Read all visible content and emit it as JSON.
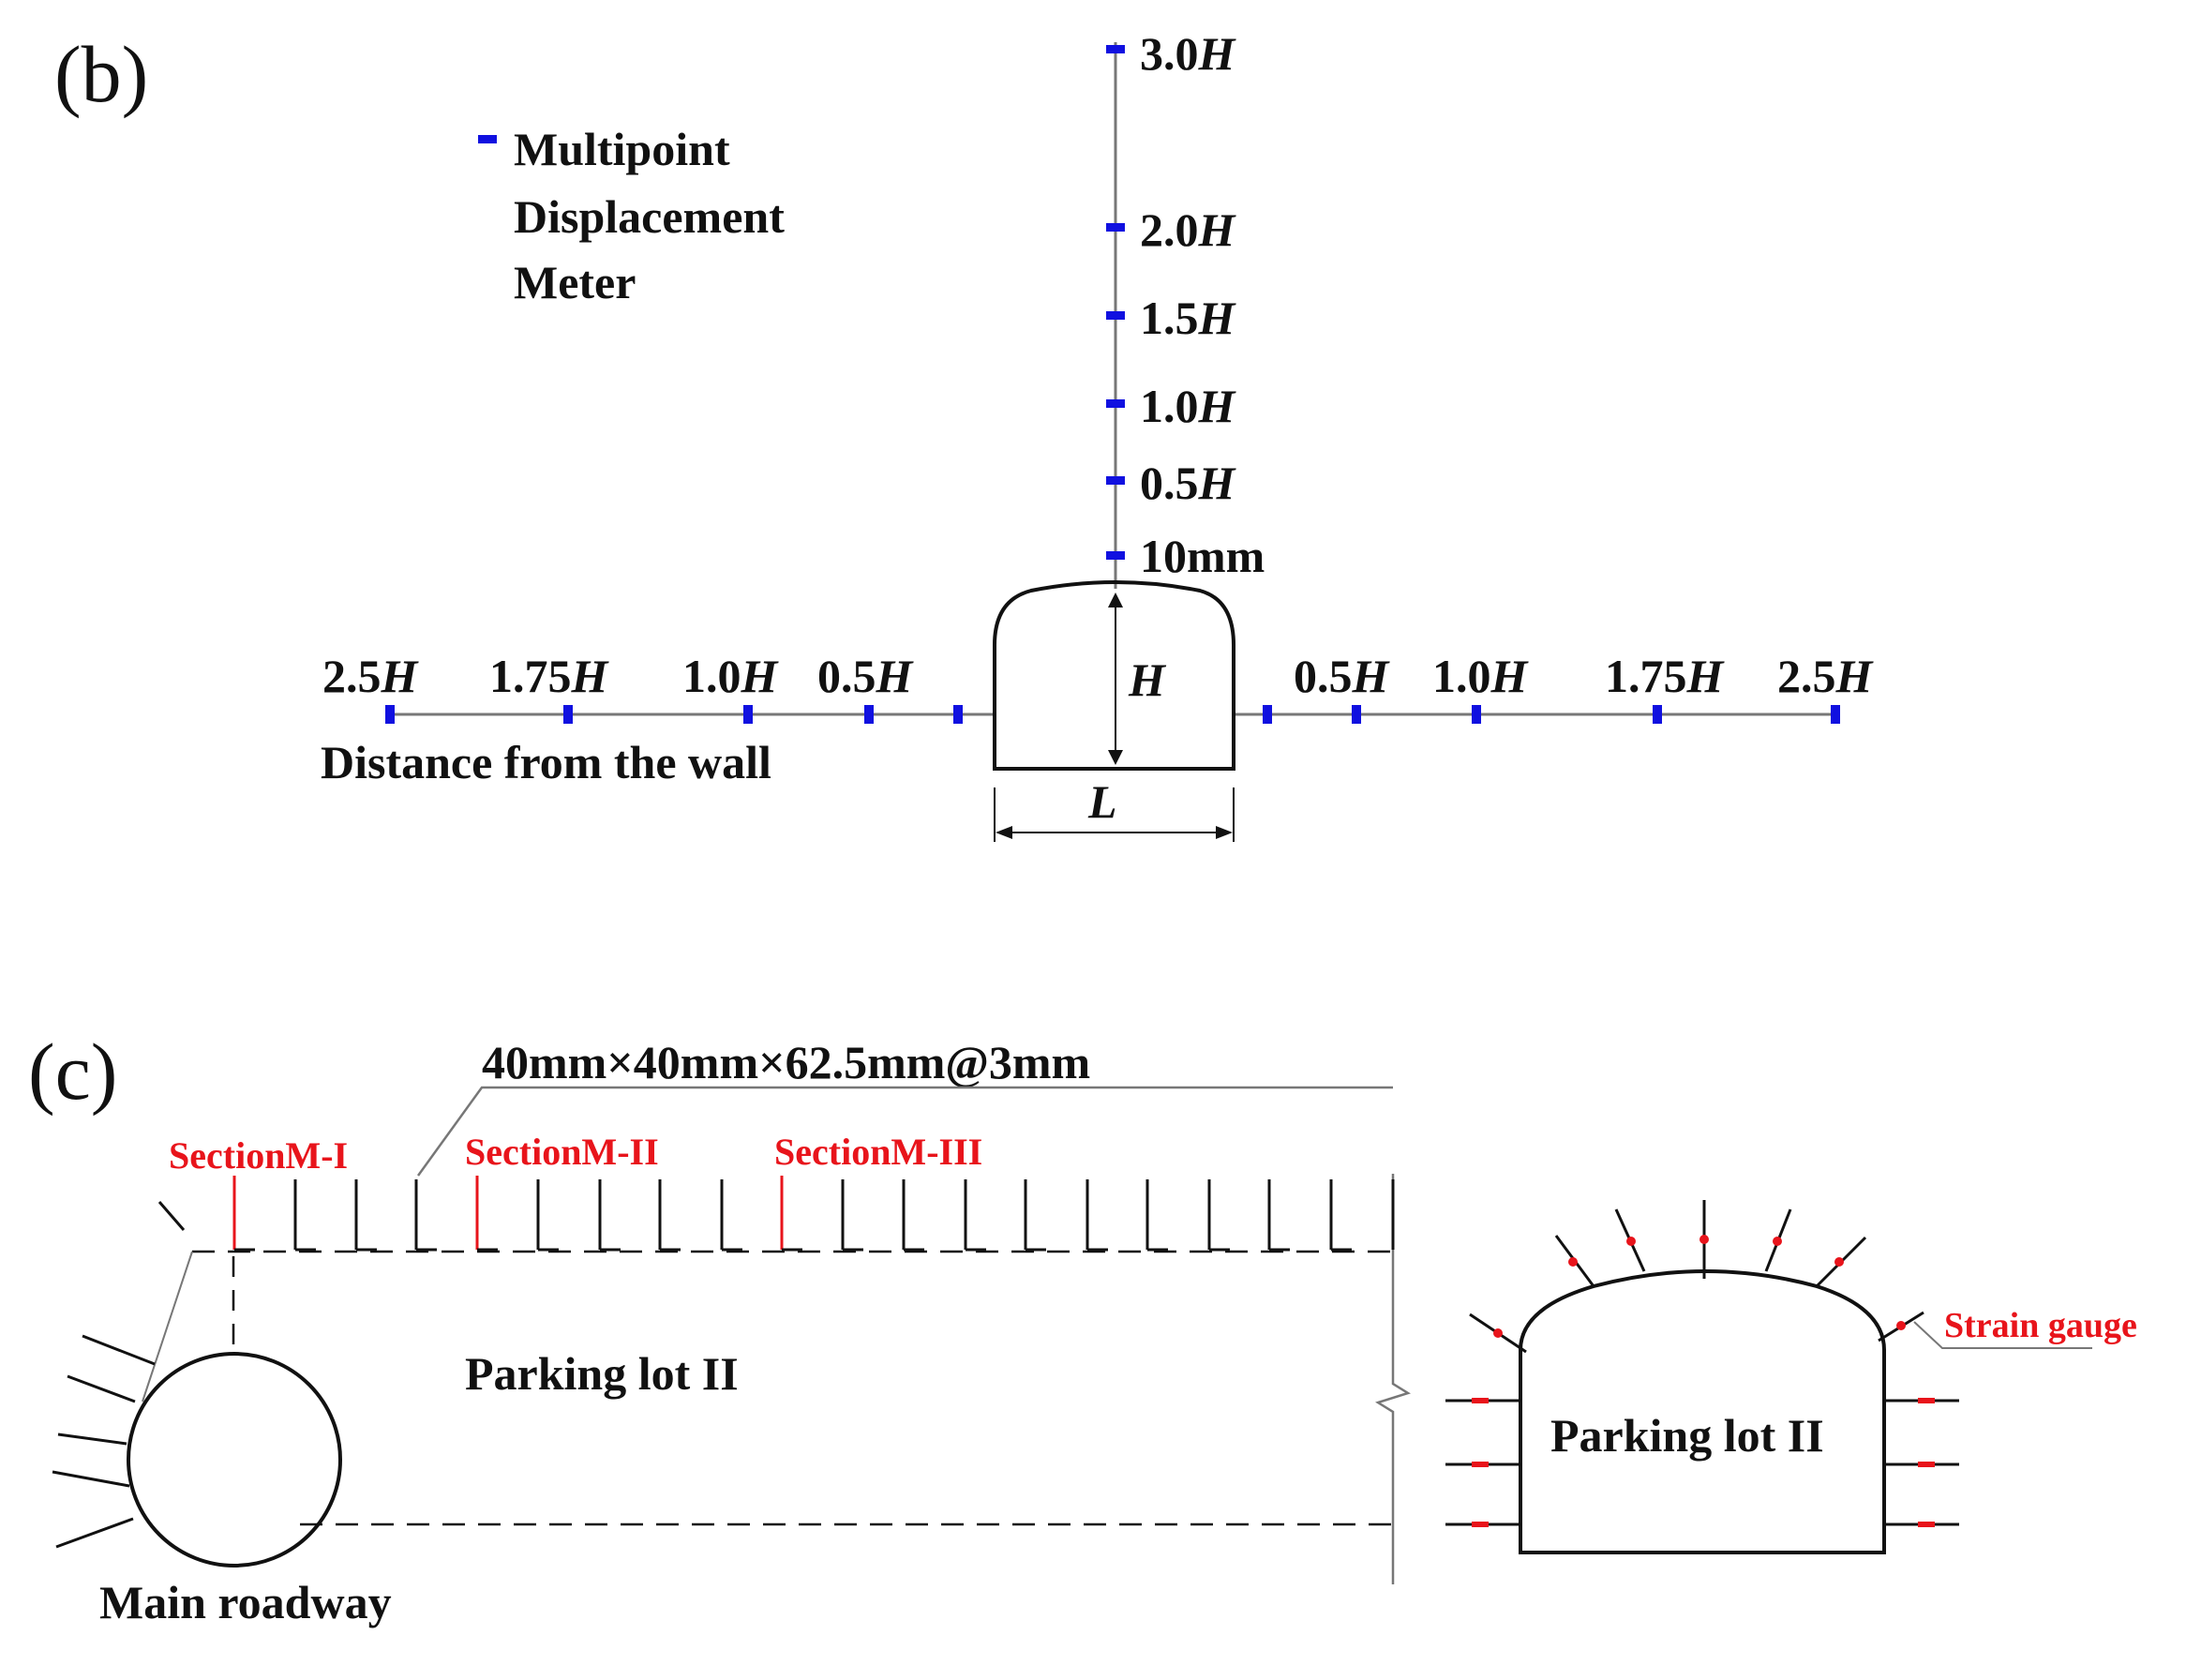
{
  "panel_b": {
    "label": "(b)",
    "legend": [
      "Multipoint",
      "Displacement",
      "Meter"
    ],
    "vertical_labels": [
      {
        "num": "3.0",
        "unit": "H"
      },
      {
        "num": "2.0",
        "unit": "H"
      },
      {
        "num": "1.5",
        "unit": "H"
      },
      {
        "num": "1.0",
        "unit": "H"
      },
      {
        "num": "0.5",
        "unit": "H"
      },
      {
        "num": "10mm",
        "unit": ""
      }
    ],
    "left_labels": [
      {
        "num": "2.5",
        "unit": "H"
      },
      {
        "num": "1.75",
        "unit": "H"
      },
      {
        "num": "1.0",
        "unit": "H"
      },
      {
        "num": "0.5",
        "unit": "H"
      }
    ],
    "right_labels": [
      {
        "num": "0.5",
        "unit": "H"
      },
      {
        "num": "1.0",
        "unit": "H"
      },
      {
        "num": "1.75",
        "unit": "H"
      },
      {
        "num": "2.5",
        "unit": "H"
      }
    ],
    "height_label": "H",
    "width_label": "L",
    "distance_label": "Distance from the wall"
  },
  "panel_c": {
    "label": "(c)",
    "dimension_label": "40mm×40mm×62.5mm@3mm",
    "sections": [
      "SectionM-I",
      "SectionM-II",
      "SectionM-III"
    ],
    "parking_lot_main": "Parking lot II",
    "parking_lot_section": "Parking lot II",
    "main_roadway": "Main roadway",
    "strain_gauge": "Strain gauge"
  },
  "colors": {
    "meter_blue": "#1010e0",
    "section_red": "#e8141b",
    "line_black": "#111111",
    "line_gray": "#777777"
  }
}
